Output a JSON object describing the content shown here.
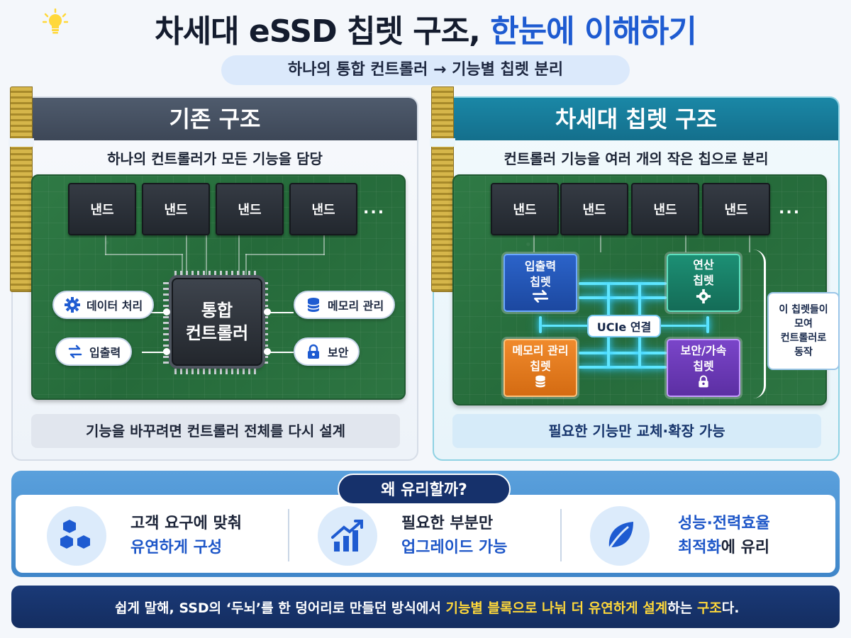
{
  "title": {
    "main": "차세대 eSSD 칩렛 구조, ",
    "accent": "한눈에 이해하기"
  },
  "subtitle": "하나의 통합 컨트롤러 → 기능별 칩렛 분리",
  "left_panel": {
    "header": "기존 구조",
    "description": "하나의 컨트롤러가 모든 기능을 담당",
    "nand_labels": [
      "낸드",
      "낸드",
      "낸드",
      "낸드"
    ],
    "nand_more": "...",
    "controller_lines": [
      "통합",
      "컨트롤러"
    ],
    "badges": {
      "data": "데이터 처리",
      "io": "입출력",
      "memory": "메모리 관리",
      "security": "보안"
    },
    "footer": "기능을 바꾸려면 컨트롤러 전체를 다시 설계"
  },
  "right_panel": {
    "header": "차세대 칩렛 구조",
    "description": "컨트롤러 기능을 여러 개의 작은 칩으로 분리",
    "nand_labels": [
      "낸드",
      "낸드",
      "낸드",
      "낸드"
    ],
    "nand_more": "...",
    "chiplets": {
      "io": [
        "입출력",
        "칩렛"
      ],
      "calc": [
        "연산",
        "칩렛"
      ],
      "memory": [
        "메모리 관리",
        "칩렛"
      ],
      "security": [
        "보안/가속",
        "칩렛"
      ]
    },
    "link": "UCIe 연결",
    "callout": [
      "이 칩렛들이",
      "모여",
      "컨트롤러로",
      "동작"
    ],
    "footer": "필요한 기능만 교체·확장 가능"
  },
  "why": {
    "title": "왜 유리할까?",
    "items": [
      {
        "line1": "고객 요구에 맞춰",
        "line2": "유연하게 구성",
        "icon": "cubes-icon"
      },
      {
        "line1": "필요한 부분만",
        "line2": "업그레이드 가능",
        "icon": "growth-chart-icon"
      },
      {
        "line1": "성능·전력효율",
        "line2": "최적화",
        "line2_rest": "에 유리",
        "icon": "leaf-icon"
      }
    ]
  },
  "banner": {
    "part1": "쉽게 말해, SSD의 ‘두뇌’를 한 덩어리로 만들던 방식에서 ",
    "hl1": "기능별 블록으로 나눠 더 유연하게 설계",
    "part2": "하는 ",
    "hl2": "구조",
    "part3": "다."
  },
  "colors": {
    "accent": "#1e5bd1",
    "pcb": "#2f7a45",
    "io_chiplet": "#2b63c9",
    "calc_chiplet": "#1c8f74",
    "memory_chiplet": "#f08a2c",
    "security_chiplet": "#7a45c9",
    "banner_highlight": "#ffd83a"
  }
}
